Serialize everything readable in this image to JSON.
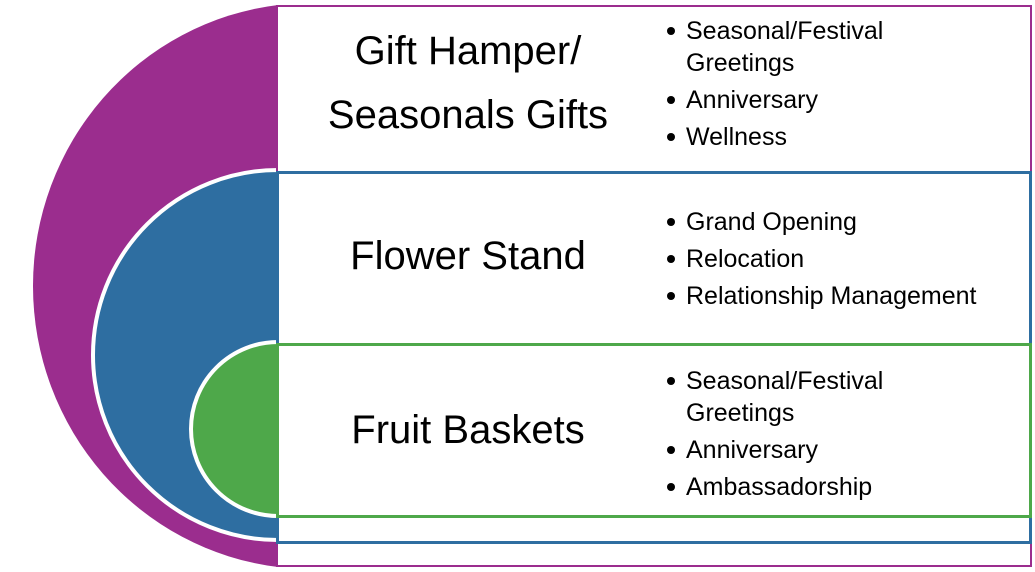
{
  "colors": {
    "outer_arc": "#9B2D8E",
    "middle_arc": "#2E6EA1",
    "inner_arc": "#4EA84A",
    "outer_border": "#9B2D8E",
    "middle_border": "#2E6EA1",
    "inner_border": "#4EA84A",
    "arc_stroke": "#ffffff",
    "text": "#000000"
  },
  "tiers": [
    {
      "title_lines": [
        "Gift Hamper/",
        "Seasonals Gifts"
      ],
      "items": [
        "Seasonal/Festival Greetings",
        "Anniversary",
        "Wellness"
      ]
    },
    {
      "title_lines": [
        "Flower Stand"
      ],
      "items": [
        "Grand Opening",
        "Relocation",
        "Relationship Management"
      ]
    },
    {
      "title_lines": [
        "Fruit Baskets"
      ],
      "items": [
        "Seasonal/Festival Greetings",
        "Anniversary",
        "Ambassadorship"
      ]
    }
  ]
}
